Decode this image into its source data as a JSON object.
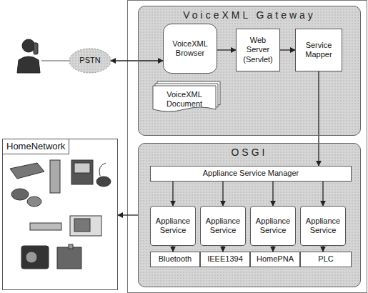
{
  "diagram": {
    "nodes": [
      {
        "text": [
          "VoiceXML Gateway"
        ]
      },
      {
        "text": [
          "VoiceXML Browser"
        ],
        "in": 0
      },
      {
        "text": [
          "VoiceXML Document"
        ],
        "in": 0
      },
      {
        "text": [
          "Web Server (Servlet)"
        ],
        "in": 0
      },
      {
        "text": [
          "Service Mapper"
        ],
        "in": 0
      },
      {
        "text": [
          "OSGI"
        ]
      },
      {
        "text": [
          "Appliance Service Manager"
        ],
        "in": 5
      },
      {
        "text": [
          "Appliance Service"
        ],
        "in": 5
      },
      {
        "text": [
          "Appliance Service"
        ],
        "in": 5
      },
      {
        "text": [
          "Appliance Service"
        ],
        "in": 5
      },
      {
        "text": [
          "Appliance Service"
        ],
        "in": 5
      },
      {
        "text": [
          "Bluetooth"
        ],
        "in": 5
      },
      {
        "text": [
          "IEEE1394"
        ],
        "in": 5
      },
      {
        "text": [
          "HomePNA"
        ],
        "in": 5
      },
      {
        "text": [
          "PLC"
        ],
        "in": 5
      },
      {
        "text": [
          "PSTN"
        ]
      },
      {
        "text": [
          "HomeNetwork"
        ]
      }
    ],
    "edges": [
      {
        "from": 15,
        "to": 1,
        "arrow": "both"
      },
      {
        "from": 1,
        "to": 3,
        "arrow": "to"
      },
      {
        "from": 3,
        "to": 4,
        "arrow": "to"
      },
      {
        "from": 4,
        "to": 6,
        "arrow": "to"
      },
      {
        "from": 6,
        "to": 7,
        "arrow": "to"
      },
      {
        "from": 6,
        "to": 8,
        "arrow": "to"
      },
      {
        "from": 6,
        "to": 9,
        "arrow": "to"
      },
      {
        "from": 6,
        "to": 10,
        "arrow": "to"
      },
      {
        "from": 7,
        "to": 11,
        "arrow": "to"
      },
      {
        "from": 8,
        "to": 12,
        "arrow": "to"
      },
      {
        "from": 9,
        "to": 13,
        "arrow": "to"
      },
      {
        "from": 10,
        "to": 14,
        "arrow": "to"
      },
      {
        "from": 5,
        "to": 16,
        "arrow": "to"
      }
    ]
  }
}
